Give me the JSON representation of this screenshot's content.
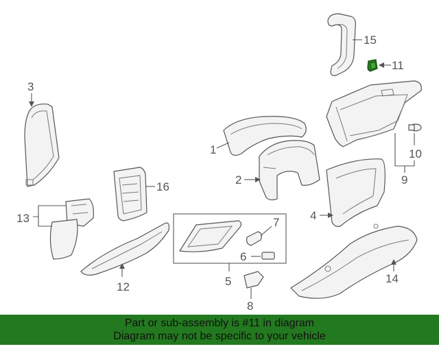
{
  "callouts": {
    "c1": "1",
    "c2": "2",
    "c3": "3",
    "c4": "4",
    "c5": "5",
    "c6": "6",
    "c7": "7",
    "c8": "8",
    "c9": "9",
    "c10": "10",
    "c11": "11",
    "c12": "12",
    "c13": "13",
    "c14": "14",
    "c15": "15",
    "c16": "16"
  },
  "highlight": {
    "part": "11",
    "color": "#23791f"
  },
  "banner": {
    "line1": "Part or sub-assembly is #11 in diagram",
    "line2": "Diagram may not be specific to your vehicle",
    "color": "#23791f"
  }
}
